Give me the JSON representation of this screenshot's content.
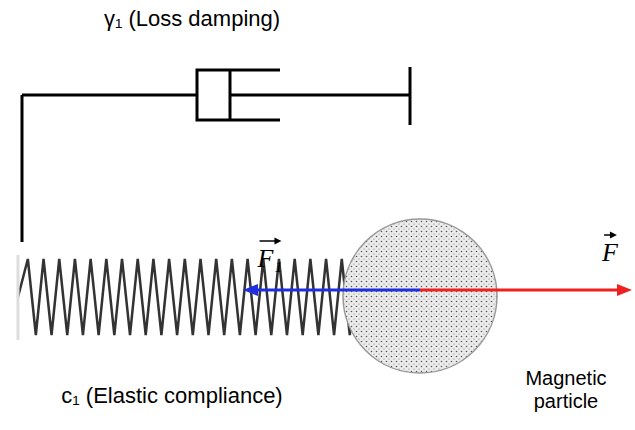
{
  "diagram": {
    "labels": [
      "γ₁ (Loss damping)",
      "c₁ (Elastic compliance)",
      "F₁",
      "F",
      "Magnetic particle"
    ]
  }
}
